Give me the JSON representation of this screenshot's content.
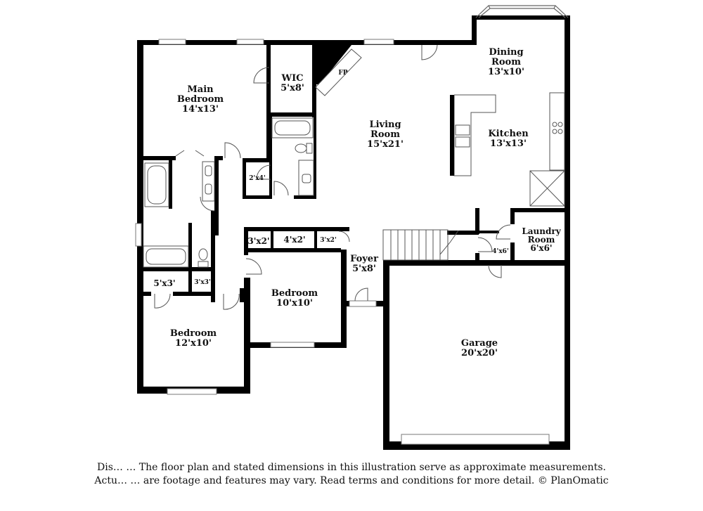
{
  "rooms": {
    "main_bedroom": {
      "name": "Main Bedroom",
      "dims": "14'x13'"
    },
    "wic": {
      "name": "WIC",
      "dims": "5'x8'"
    },
    "fireplace": {
      "name": "FP"
    },
    "living_room": {
      "name": "Living Room",
      "dims": "15'x21'"
    },
    "dining_room": {
      "name": "Dining Room",
      "dims": "13'x10'"
    },
    "kitchen": {
      "name": "Kitchen",
      "dims": "13'x13'"
    },
    "laundry_room": {
      "name": "Laundry Room",
      "dims": "6'x6'"
    },
    "closet_2x4": {
      "dims": "2'x4'"
    },
    "closet_3x2_a": {
      "dims": "3'x2'"
    },
    "closet_4x2": {
      "dims": "4'x2'"
    },
    "closet_3x2_b": {
      "dims": "3'x2'"
    },
    "closet_4x6": {
      "dims": "4'x6'"
    },
    "foyer": {
      "name": "Foyer",
      "dims": "5'x8'"
    },
    "bedroom_center": {
      "name": "Bedroom",
      "dims": "10'x10'"
    },
    "closet_5x3": {
      "dims": "5'x3'"
    },
    "closet_3x3": {
      "dims": "3'x3'"
    },
    "bedroom_left": {
      "name": "Bedroom",
      "dims": "12'x10'"
    },
    "garage": {
      "name": "Garage",
      "dims": "20'x20'"
    }
  },
  "labels": {
    "main_bedroom_l1": "Main",
    "main_bedroom_l2": "Bedroom",
    "living_l1": "Living",
    "living_l2": "Room",
    "dining_l1": "Dining",
    "dining_l2": "Room",
    "laundry_l1": "Laundry",
    "laundry_l2": "Room"
  },
  "disclaimer": {
    "line1": "Dis…  … The floor plan and stated dimensions in this illustration serve as approximate measurements.",
    "line2": "Actu…  … are footage and features may vary. Read terms and conditions for more detail. © PlanOmatic"
  },
  "colors": {
    "wall": "#000000",
    "fixture": "#555555",
    "window": "#777777"
  }
}
